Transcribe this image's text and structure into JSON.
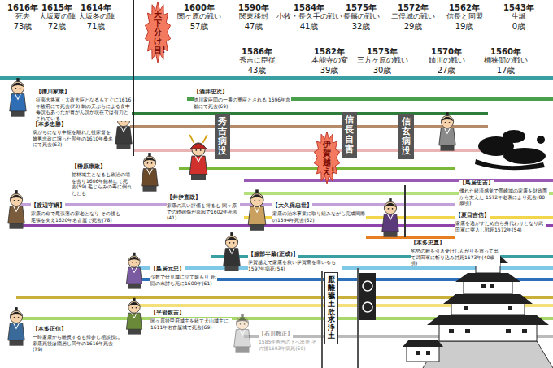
{
  "diagram": {
    "nodes": [
      {
        "text": [
          "天下分け目!"
        ]
      },
      {
        "text": [
          "秀吉病没"
        ]
      },
      {
        "text": [
          "信長自害"
        ]
      },
      {
        "text": [
          "伊賀越え!"
        ]
      },
      {
        "text": [
          "信玄病没"
        ]
      },
      {
        "text": [
          "厭離穢土欣求浄土"
        ]
      }
    ],
    "labels": [
      "1616年",
      "死去",
      "73歳",
      "1615年",
      "大坂夏の陣",
      "72歳",
      "1614年",
      "大坂冬の陣",
      "71歳",
      "1600年",
      "関ヶ原の戦い",
      "57歳",
      "1590年",
      "関東移封",
      "47歳",
      "1584年",
      "小牧・長久手の戦い",
      "41歳",
      "1575年",
      "長篠の戦い",
      "32歳",
      "1572年",
      "二俣城の戦い",
      "29歳",
      "1562年",
      "信長と同盟",
      "19歳",
      "1543年",
      "生誕",
      "0歳",
      "1586年",
      "秀吉に臣従",
      "43歳",
      "1582年",
      "本能寺の変",
      "39歳",
      "1573年",
      "三方ヶ原の戦い",
      "30歳",
      "1570年",
      "姉川の戦い",
      "27歳",
      "1560年",
      "桶狭間の戦い",
      "17歳",
      "【徳川家康】",
      "征夷大将軍・太政大臣となるもすぐに1616年駿府にて死去(73) 鯛の天ぷらによる食中毒説もあったが胃がん説が現在では有力とされている",
      "【本多忠勝】",
      "病がちになり中枢を離れた後家督を嫡男忠政に譲った翌年の1610年桑名にて死去(63)",
      "【酒井忠次】",
      "徳川家臣団の一番の重臣とされる 1596年京都にて死去(69)",
      "【榊原康政】",
      "館林城主となるも政治の場を去り1606年館林にて死去(59) 毛じらみの毒に倒れたとも",
      "【井伊直政】",
      "家康の高い評価を得るも 関ヶ原での鉄砲傷が原因で1602年死去(41)",
      "【渡辺守綱】",
      "家康の命で尾張藩の家老となり その後も尾張を支え1620年名古屋で死去(78)",
      "【大久保忠世】",
      "家康の治水事業に取り組みながら完成間際の1594年死去(62)",
      "【服部半蔵(正成)】",
      "伊賀越えで家康を救い伊賀衆を率いるも 1597年病死(54)",
      "【鳥居元忠】",
      "少数で伏見城に立て籠もり 死闘の末討ち死に1600年(61)",
      "【平岩親吉】",
      "関ヶ原後甲府城主を経て犬山城主に 1611年名古屋城で死去(69)",
      "【本多正信】",
      "一時家康から離反するも帰参し相談役に 家康死後は隠居し同年の1616年死去(79)",
      "【石川数正】",
      "1585年秀吉の下へ出奔 その後1593年病死(60)",
      "【鳥居忠吉】",
      "優れた経済感覚で岡崎城の家康を財政面から支えた 1572年老衰により死去(80歳頃)",
      "【夏目吉信】",
      "家康を逃がすため自ら身代わりとなり武田軍に突入し戦死1572年(54)",
      "【本多忠真】",
      "劣勢の殿を引き受けしんがりを買って出て武田軍に斬り込み討死1573年(40歳頃)"
    ]
  }
}
